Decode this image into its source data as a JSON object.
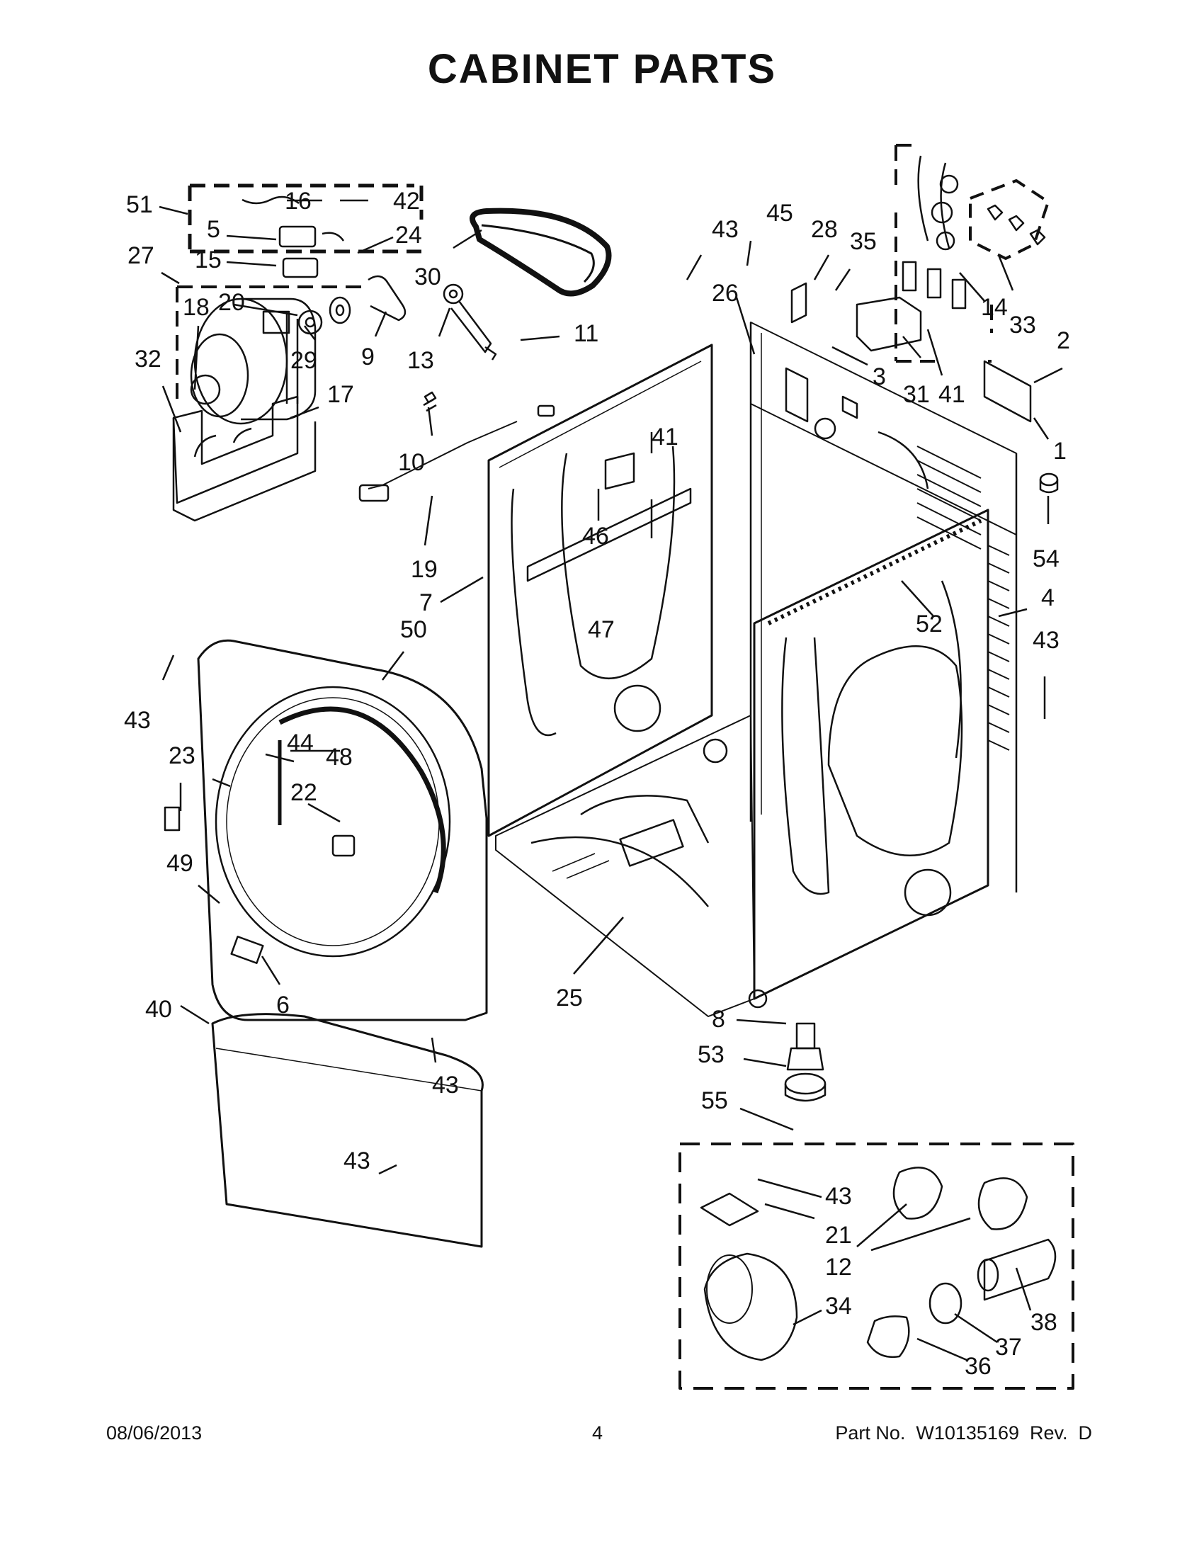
{
  "title": "CABINET PARTS",
  "footer": {
    "date": "08/06/2013",
    "page": "4",
    "part_no": "Part No.  W10135169  Rev.  D"
  },
  "callouts": [
    "51",
    "16",
    "42",
    "5",
    "24",
    "27",
    "15",
    "18",
    "20",
    "29",
    "32",
    "17",
    "30",
    "13",
    "11",
    "9",
    "10",
    "19",
    "43",
    "45",
    "28",
    "35",
    "26",
    "14",
    "33",
    "31",
    "41",
    "3",
    "2",
    "1",
    "54",
    "41",
    "46",
    "47",
    "7",
    "50",
    "52",
    "4",
    "43",
    "43",
    "23",
    "44",
    "48",
    "22",
    "49",
    "6",
    "40",
    "43",
    "25",
    "8",
    "53",
    "55",
    "43",
    "21",
    "12",
    "34",
    "38",
    "37",
    "36",
    "43"
  ],
  "icons": [
    "motor-assembly",
    "blower-wheel",
    "idler-pulley",
    "drive-belt",
    "cabinet-top",
    "rear-panel",
    "side-panel",
    "base-frame",
    "front-panel",
    "toe-panel",
    "control-bracket",
    "vent-kit",
    "leg-foot"
  ]
}
